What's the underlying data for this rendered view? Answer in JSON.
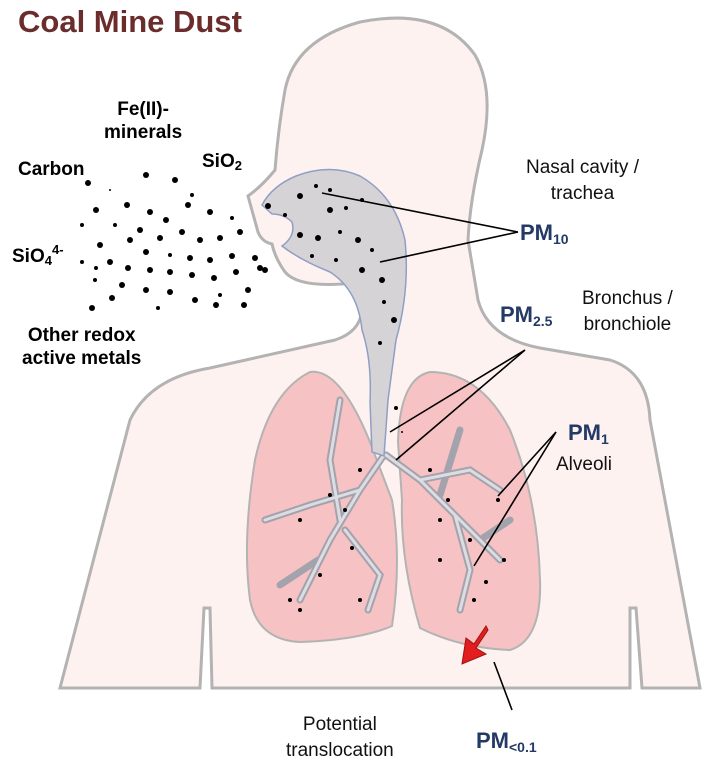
{
  "title": "Coal Mine Dust",
  "sources": {
    "fe": "Fe(II)-\nminerals",
    "carbon": "Carbon",
    "sio2_base": "SiO",
    "sio2_sub": "2",
    "sio4_base": "SiO",
    "sio4_sub": "4",
    "sio4_sup": "4-",
    "other": "Other redox\nactive metals"
  },
  "regions": {
    "nasal": "Nasal cavity /\ntrachea",
    "bronchus": "Bronchus /\nbronchiole",
    "alveoli": "Alveoli",
    "translocation": "Potential\ntranslocation"
  },
  "pm": {
    "prefix": "PM",
    "pm10": "10",
    "pm25": "2.5",
    "pm1": "1",
    "pm01": "<0.1"
  },
  "colors": {
    "title": "#6b2c2c",
    "pm_label": "#243a66",
    "body_fill": "#fdf2f0",
    "lung_fill": "#f6c2c4",
    "airway_fill": "#d6d3d6",
    "arrow": "#e31e1e"
  },
  "icons": [
    "dust-particles",
    "translocation-arrow"
  ]
}
